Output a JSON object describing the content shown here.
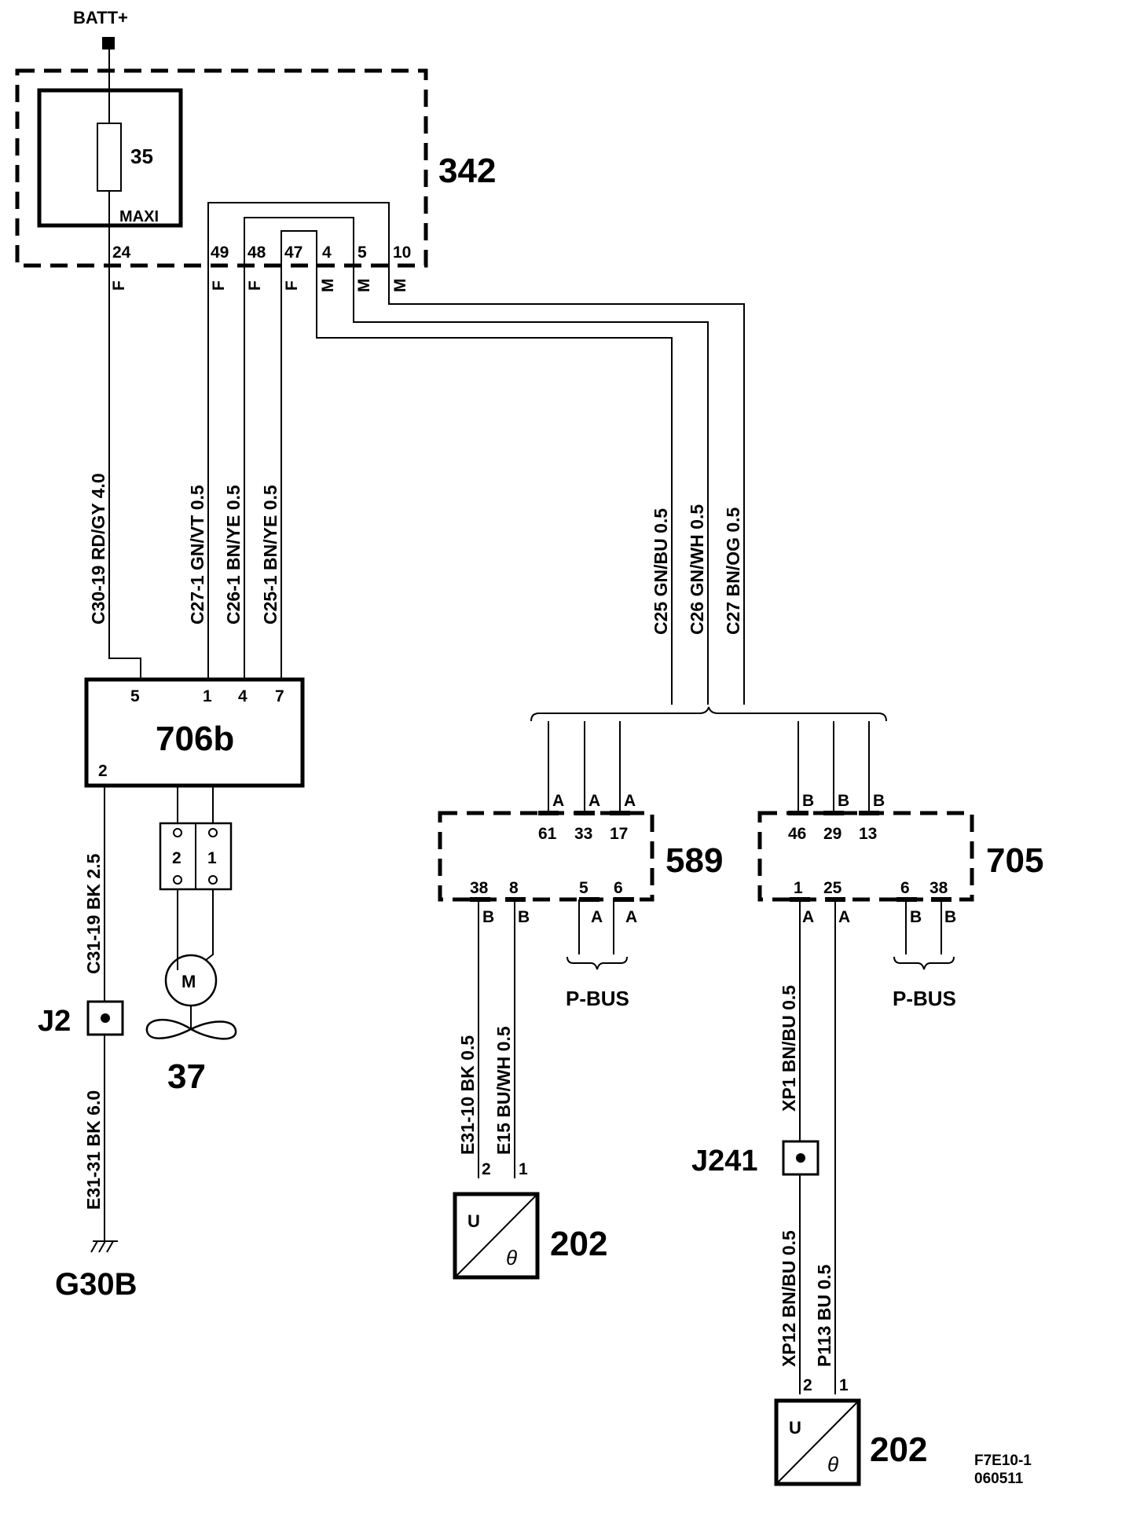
{
  "supply": "BATT+",
  "components": {
    "fuse_box": "342",
    "fuse_number": "35",
    "fuse_type": "MAXI",
    "fan_controller": "706b",
    "fan_motor": "37",
    "motor_symbol": "M",
    "ecu_a": "589",
    "ecu_b": "705",
    "sensor_a": "202",
    "sensor_b": "202",
    "sensor_letter": "U",
    "sensor_theta": "θ"
  },
  "splices": {
    "j2": "J2",
    "j241": "J241"
  },
  "ground": "G30B",
  "bus": {
    "a": "P-BUS",
    "b": "P-BUS"
  },
  "fuse_box_pins": [
    {
      "pin": "24",
      "type": "F"
    },
    {
      "pin": "49",
      "type": "F"
    },
    {
      "pin": "48",
      "type": "F"
    },
    {
      "pin": "47",
      "type": "F"
    },
    {
      "pin": "4",
      "type": "M"
    },
    {
      "pin": "5",
      "type": "M"
    },
    {
      "pin": "10",
      "type": "M"
    }
  ],
  "controller_pins": [
    "5",
    "1",
    "4",
    "7",
    "2"
  ],
  "motor_connector_pins": [
    "2",
    "1"
  ],
  "ecu_a_pins": {
    "top": [
      {
        "pin": "61",
        "letter": "A"
      },
      {
        "pin": "33",
        "letter": "A"
      },
      {
        "pin": "17",
        "letter": "A"
      }
    ],
    "bottom": [
      {
        "pin": "38",
        "letter": "B"
      },
      {
        "pin": "8",
        "letter": "B"
      },
      {
        "pin": "5",
        "letter": "A"
      },
      {
        "pin": "6",
        "letter": "A"
      }
    ]
  },
  "ecu_b_pins": {
    "top": [
      {
        "pin": "46",
        "letter": "B"
      },
      {
        "pin": "29",
        "letter": "B"
      },
      {
        "pin": "13",
        "letter": "B"
      }
    ],
    "bottom": [
      {
        "pin": "1",
        "letter": "A"
      },
      {
        "pin": "25",
        "letter": "A"
      },
      {
        "pin": "6",
        "letter": "B"
      },
      {
        "pin": "38",
        "letter": "B"
      }
    ]
  },
  "sensor_pins": [
    "2",
    "1"
  ],
  "wires": {
    "c30_19": "C30-19 RD/GY 4.0",
    "c27_1": "C27-1 GN/VT 0.5",
    "c26_1": "C26-1 BN/YE 0.5",
    "c25_1": "C25-1 BN/YE 0.5",
    "c25": "C25 GN/BU 0.5",
    "c26": "C26 GN/WH 0.5",
    "c27": "C27 BN/OG 0.5",
    "c31_19": "C31-19 BK 2.5",
    "e31_31": "E31-31 BK 6.0",
    "e31_10": "E31-10 BK 0.5",
    "e15": "E15 BU/WH 0.5",
    "xp1": "XP1 BN/BU 0.5",
    "xp12": "XP12 BN/BU 0.5",
    "p113": "P113 BU 0.5"
  },
  "figure_code": "F7E10-1",
  "figure_date": "060511"
}
